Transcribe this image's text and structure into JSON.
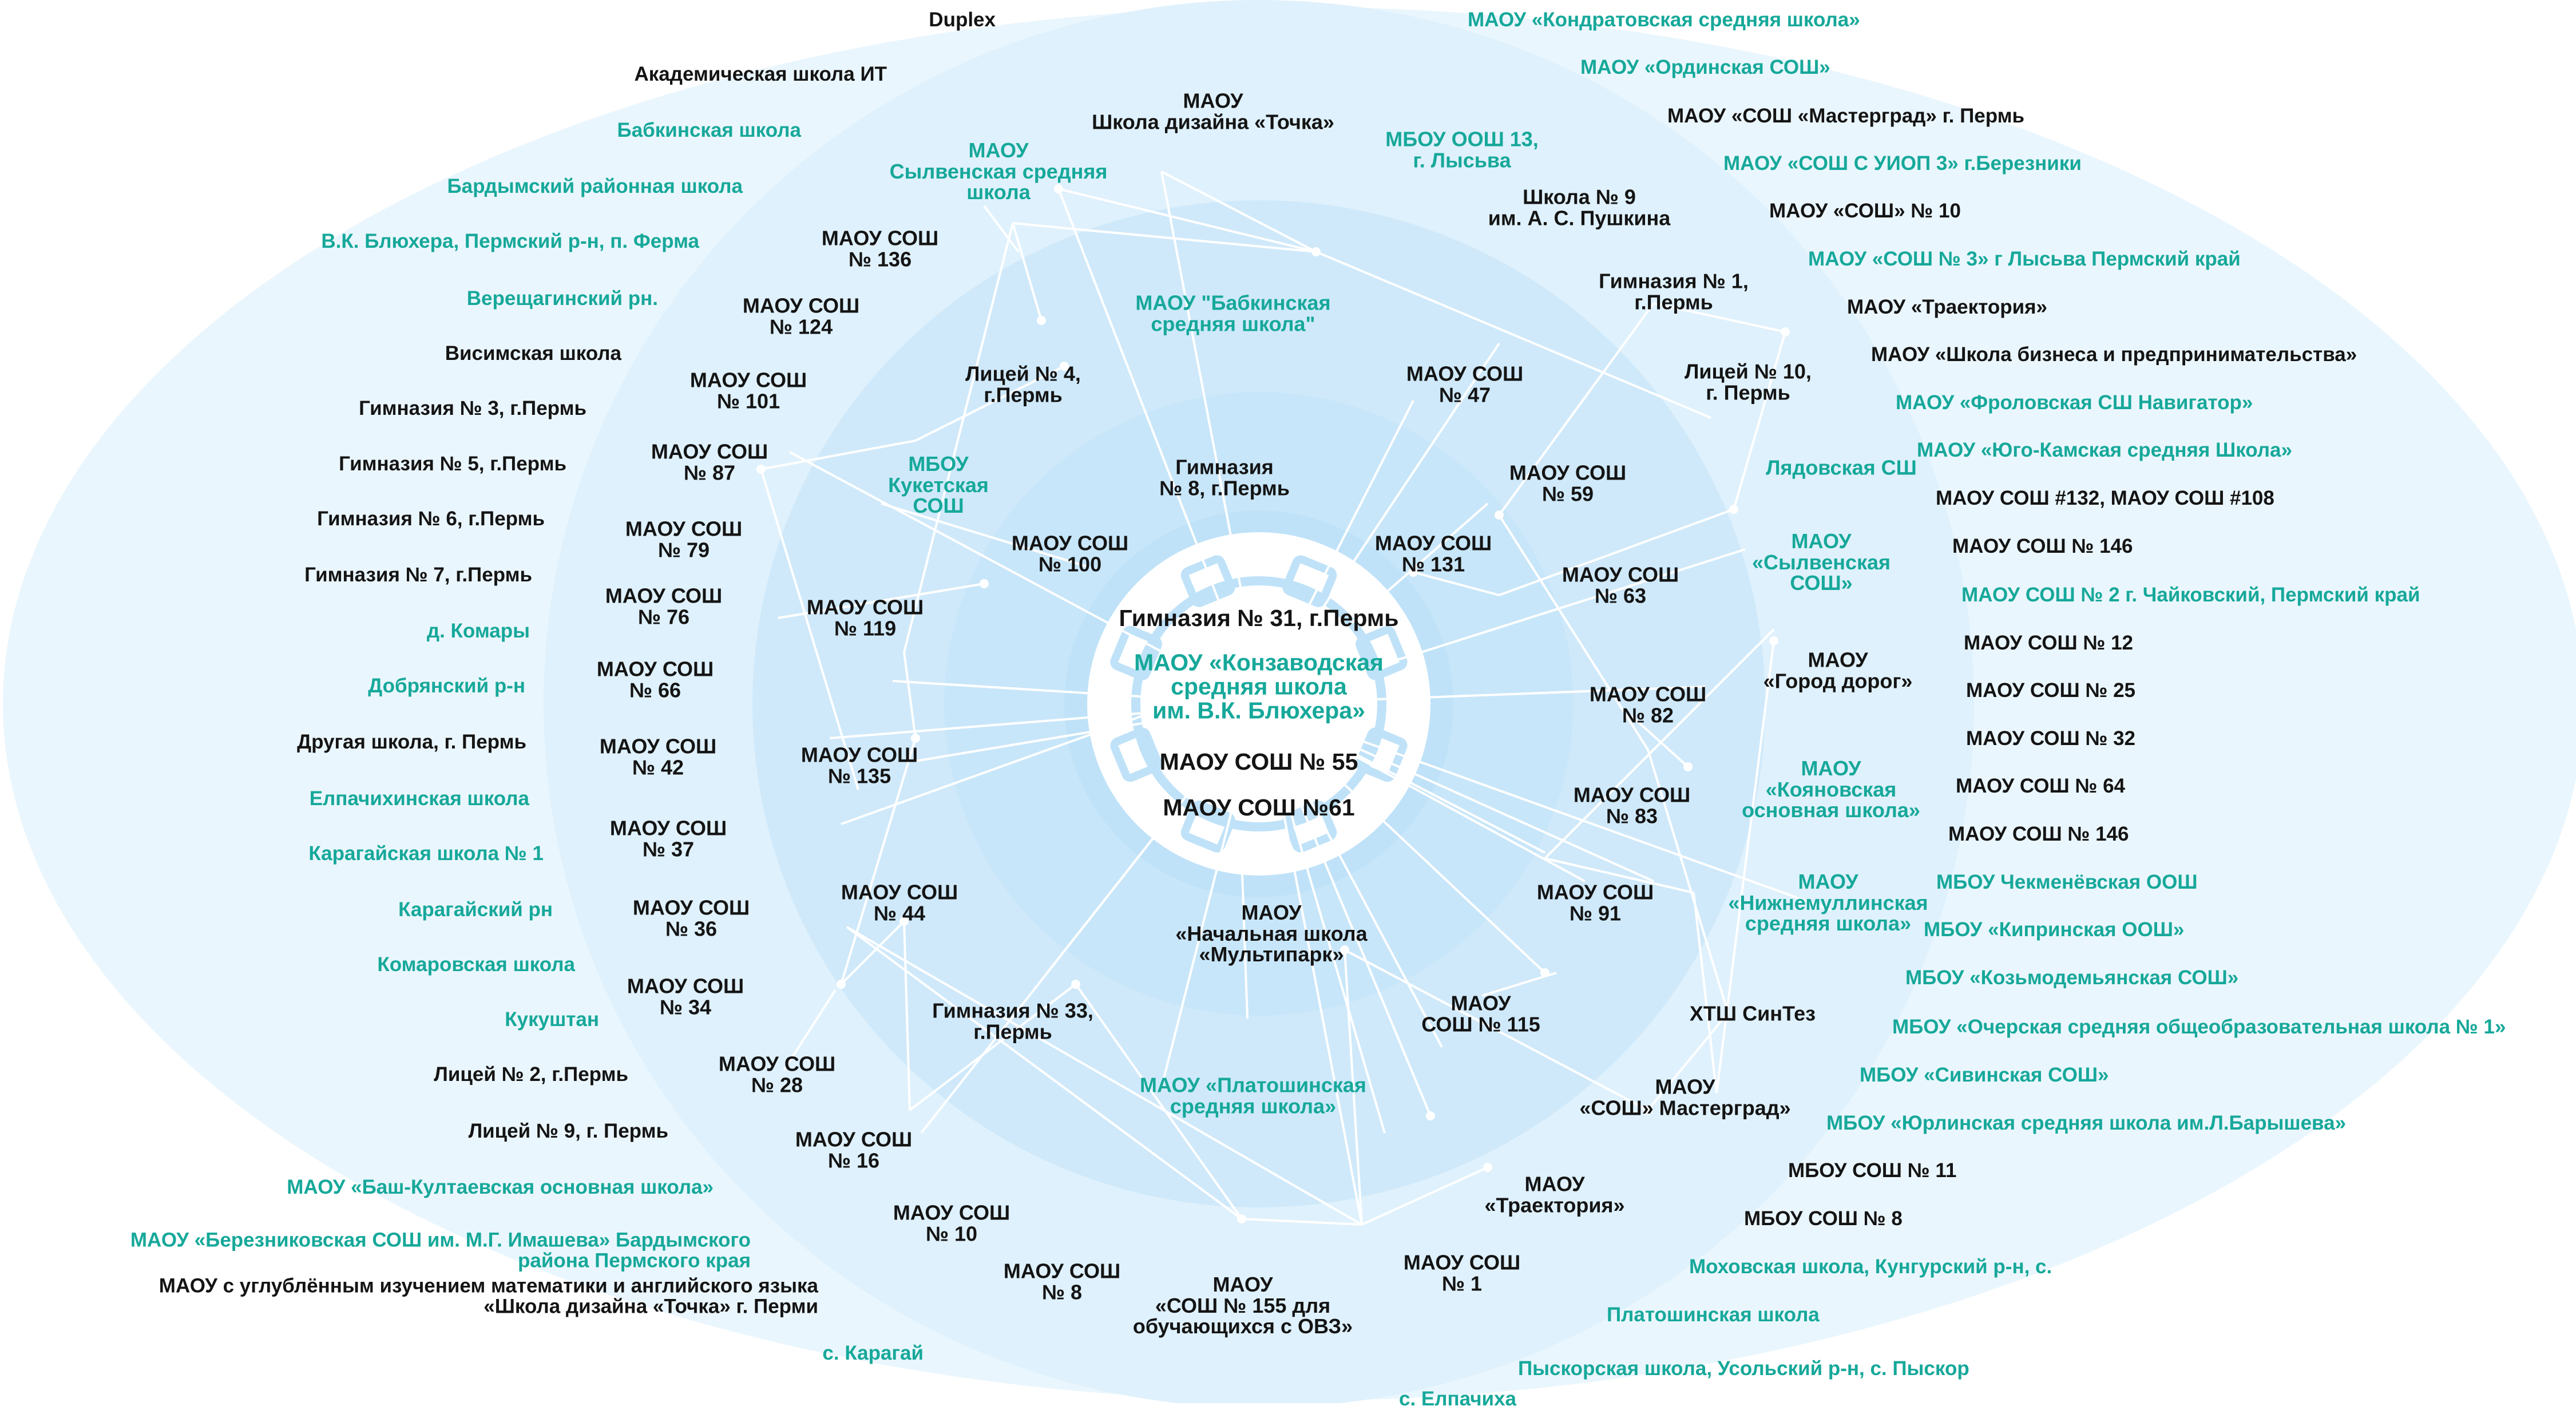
{
  "colors": {
    "dark": "#141414",
    "teal": "#16a89a",
    "ring_outer": "#eaf6fd",
    "ring_mid": "#dff1fc",
    "ring_inner": "#cfe9fa",
    "ring_core": "#bfe2f8",
    "line": "#ffffff",
    "gear": "#bfe2f8"
  },
  "center": {
    "icon": "gear-icon",
    "labels": [
      {
        "text": "Гимназия № 31, г.Пермь",
        "color": "dark"
      },
      {
        "text": "МАОУ «Конзаводская\nсредняя школа\nим. В.К. Блюхера»",
        "color": "teal"
      },
      {
        "text": "МАОУ СОШ № 55",
        "color": "dark"
      },
      {
        "text": "МАОУ СОШ №61",
        "color": "dark"
      }
    ]
  },
  "inner_nodes": [
    {
      "text": "МАОУ\nШкола дизайна «Точка»",
      "color": "dark"
    },
    {
      "text": "МАОУ\nСылвенская средняя\nшкола",
      "color": "teal"
    },
    {
      "text": "МБОУ ООШ 13,\nг. Лысьва",
      "color": "teal"
    },
    {
      "text": "Школа № 9\nим. А. С. Пушкина",
      "color": "dark"
    },
    {
      "text": "МАОУ СОШ\n№ 136",
      "color": "dark"
    },
    {
      "text": "МАОУ СОШ\n№ 124",
      "color": "dark"
    },
    {
      "text": "МАОУ \"Бабкинская\nсредняя школа\"",
      "color": "teal"
    },
    {
      "text": "Гимназия № 1,\nг.Пермь",
      "color": "dark"
    },
    {
      "text": "МАОУ СОШ\n№ 101",
      "color": "dark"
    },
    {
      "text": "Лицей № 4,\nг.Пермь",
      "color": "dark"
    },
    {
      "text": "МАОУ СОШ\n№ 47",
      "color": "dark"
    },
    {
      "text": "Лицей № 10,\nг. Пермь",
      "color": "dark"
    },
    {
      "text": "МАОУ СОШ\n№ 87",
      "color": "dark"
    },
    {
      "text": "МБОУ\nКукетская\nСОШ",
      "color": "teal"
    },
    {
      "text": "Гимназия\n№ 8, г.Пермь",
      "color": "dark"
    },
    {
      "text": "МАОУ СОШ\n№ 59",
      "color": "dark"
    },
    {
      "text": "Лядовская СШ",
      "color": "teal"
    },
    {
      "text": "МАОУ СОШ\n№ 79",
      "color": "dark"
    },
    {
      "text": "МАОУ СОШ\n№ 100",
      "color": "dark"
    },
    {
      "text": "МАОУ СОШ\n№ 131",
      "color": "dark"
    },
    {
      "text": "МАОУ\n«Сылвенская\nСОШ»",
      "color": "teal"
    },
    {
      "text": "МАОУ СОШ\n№ 76",
      "color": "dark"
    },
    {
      "text": "МАОУ СОШ\n№ 119",
      "color": "dark"
    },
    {
      "text": "МАОУ СОШ\n№ 63",
      "color": "dark"
    },
    {
      "text": "МАОУ\n«Город дорог»",
      "color": "dark"
    },
    {
      "text": "МАОУ СОШ\n№ 66",
      "color": "dark"
    },
    {
      "text": "МАОУ СОШ\n№ 82",
      "color": "dark"
    },
    {
      "text": "МАОУ СОШ\n№ 42",
      "color": "dark"
    },
    {
      "text": "МАОУ СОШ\n№ 135",
      "color": "dark"
    },
    {
      "text": "МАОУ\n«Кояновская\nосновная школа»",
      "color": "teal"
    },
    {
      "text": "МАОУ СОШ\n№ 83",
      "color": "dark"
    },
    {
      "text": "МАОУ СОШ\n№ 37",
      "color": "dark"
    },
    {
      "text": "МАОУ СОШ\n№ 44",
      "color": "dark"
    },
    {
      "text": "МАОУ СОШ\n№ 91",
      "color": "dark"
    },
    {
      "text": "МАОУ\n«Нижнемуллинская\nсредняя школа»",
      "color": "teal"
    },
    {
      "text": "МАОУ СОШ\n№ 36",
      "color": "dark"
    },
    {
      "text": "МАОУ\n«Начальная школа\n«Мультипарк»",
      "color": "dark"
    },
    {
      "text": "МАОУ СОШ\n№ 34",
      "color": "dark"
    },
    {
      "text": "Гимназия № 33,\nг.Пермь",
      "color": "dark"
    },
    {
      "text": "МАОУ\nСОШ № 115",
      "color": "dark"
    },
    {
      "text": "ХТШ СинТез",
      "color": "dark"
    },
    {
      "text": "МАОУ СОШ\n№ 28",
      "color": "dark"
    },
    {
      "text": "МАОУ «Платошинская\nсредняя школа»",
      "color": "teal"
    },
    {
      "text": "МАОУ\n«СОШ» Мастерград»",
      "color": "dark"
    },
    {
      "text": "МАОУ СОШ\n№ 16",
      "color": "dark"
    },
    {
      "text": "МАОУ\n«Траектория»",
      "color": "dark"
    },
    {
      "text": "МАОУ СОШ\n№ 10",
      "color": "dark"
    },
    {
      "text": "МАОУ СОШ\n№ 8",
      "color": "dark"
    },
    {
      "text": "МАОУ\n«СОШ № 155 для\nобучающихся с ОВЗ»",
      "color": "dark"
    },
    {
      "text": "МАОУ СОШ\n№ 1",
      "color": "dark"
    }
  ],
  "outer_left": [
    {
      "text": "Duplex",
      "color": "dark"
    },
    {
      "text": "Академическая школа ИТ",
      "color": "dark"
    },
    {
      "text": "Бабкинская школа",
      "color": "teal"
    },
    {
      "text": "Бардымский районная школа",
      "color": "teal"
    },
    {
      "text": "В.К. Блюхера, Пермский р-н, п. Ферма",
      "color": "teal"
    },
    {
      "text": "Верещагинский рн.",
      "color": "teal"
    },
    {
      "text": "Висимская школа",
      "color": "dark"
    },
    {
      "text": "Гимназия № 3, г.Пермь",
      "color": "dark"
    },
    {
      "text": "Гимназия № 5, г.Пермь",
      "color": "dark"
    },
    {
      "text": "Гимназия № 6, г.Пермь",
      "color": "dark"
    },
    {
      "text": "Гимназия № 7, г.Пермь",
      "color": "dark"
    },
    {
      "text": "д. Комары",
      "color": "teal"
    },
    {
      "text": "Добрянский р-н",
      "color": "teal"
    },
    {
      "text": "Другая школа, г. Пермь",
      "color": "dark"
    },
    {
      "text": "Елпачихинская школа",
      "color": "teal"
    },
    {
      "text": "Карагайская школа № 1",
      "color": "teal"
    },
    {
      "text": "Карагайский рн",
      "color": "teal"
    },
    {
      "text": "Комаровская школа",
      "color": "teal"
    },
    {
      "text": "Кукуштан",
      "color": "teal"
    },
    {
      "text": "Лицей № 2, г.Пермь",
      "color": "dark"
    },
    {
      "text": "Лицей № 9, г. Пермь",
      "color": "dark"
    },
    {
      "text": "МАОУ «Баш-Култаевская основная школа»",
      "color": "teal"
    },
    {
      "text": "МАОУ «Березниковская СОШ им. М.Г. Имашева» Бардымского\nрайона Пермского края",
      "color": "teal"
    },
    {
      "text": "МАОУ с углублённым изучением математики и английского языка\n«Школа дизайна «Точка» г. Перми",
      "color": "dark"
    },
    {
      "text": "с. Карагай",
      "color": "teal"
    }
  ],
  "outer_right": [
    {
      "text": "МАОУ «Кондратовская средняя школа»",
      "color": "teal"
    },
    {
      "text": "МАОУ «Ординская СОШ»",
      "color": "teal"
    },
    {
      "text": "МАОУ «СОШ «Мастерград» г. Пермь",
      "color": "dark"
    },
    {
      "text": "МАОУ «СОШ С УИОП 3» г.Березники",
      "color": "teal"
    },
    {
      "text": "МАОУ «СОШ» № 10",
      "color": "dark"
    },
    {
      "text": "МАОУ «СОШ № 3» г Лысьва Пермский край",
      "color": "teal"
    },
    {
      "text": "МАОУ «Траектория»",
      "color": "dark"
    },
    {
      "text": "МАОУ «Школа бизнеса и предпринимательства»",
      "color": "dark"
    },
    {
      "text": "МАОУ «Фроловская СШ Навигатор»",
      "color": "teal"
    },
    {
      "text": "МАОУ «Юго-Камская средняя Школа»",
      "color": "teal"
    },
    {
      "text": "МАОУ СОШ #132, МАОУ СОШ #108",
      "color": "dark"
    },
    {
      "text": "МАОУ СОШ № 146",
      "color": "dark"
    },
    {
      "text": "МАОУ СОШ № 2 г. Чайковский, Пермский край",
      "color": "teal"
    },
    {
      "text": "МАОУ СОШ № 12",
      "color": "dark"
    },
    {
      "text": "МАОУ СОШ № 25",
      "color": "dark"
    },
    {
      "text": "МАОУ СОШ № 32",
      "color": "dark"
    },
    {
      "text": "МАОУ СОШ № 64",
      "color": "dark"
    },
    {
      "text": "МАОУ СОШ № 146",
      "color": "dark"
    },
    {
      "text": "МБОУ  Чекменёвская ООШ",
      "color": "teal"
    },
    {
      "text": "МБОУ «Кипринская ООШ»",
      "color": "teal"
    },
    {
      "text": "МБОУ «Козьмодемьянская СОШ»",
      "color": "teal"
    },
    {
      "text": "МБОУ «Очерская средняя общеобразовательная школа № 1»",
      "color": "teal"
    },
    {
      "text": "МБОУ «Сивинская СОШ»",
      "color": "teal"
    },
    {
      "text": "МБОУ «Юрлинская средняя школа им.Л.Барышева»",
      "color": "teal"
    },
    {
      "text": "МБОУ СОШ № 11",
      "color": "dark"
    },
    {
      "text": "МБОУ СОШ № 8",
      "color": "dark"
    },
    {
      "text": "Моховская школа, Кунгурский р-н, с.",
      "color": "teal"
    },
    {
      "text": "Платошинская школа",
      "color": "teal"
    },
    {
      "text": "Пыскорская школа, Усольский р-н, с. Пыскор",
      "color": "teal"
    },
    {
      "text": "с. Елпачиха",
      "color": "teal"
    }
  ]
}
